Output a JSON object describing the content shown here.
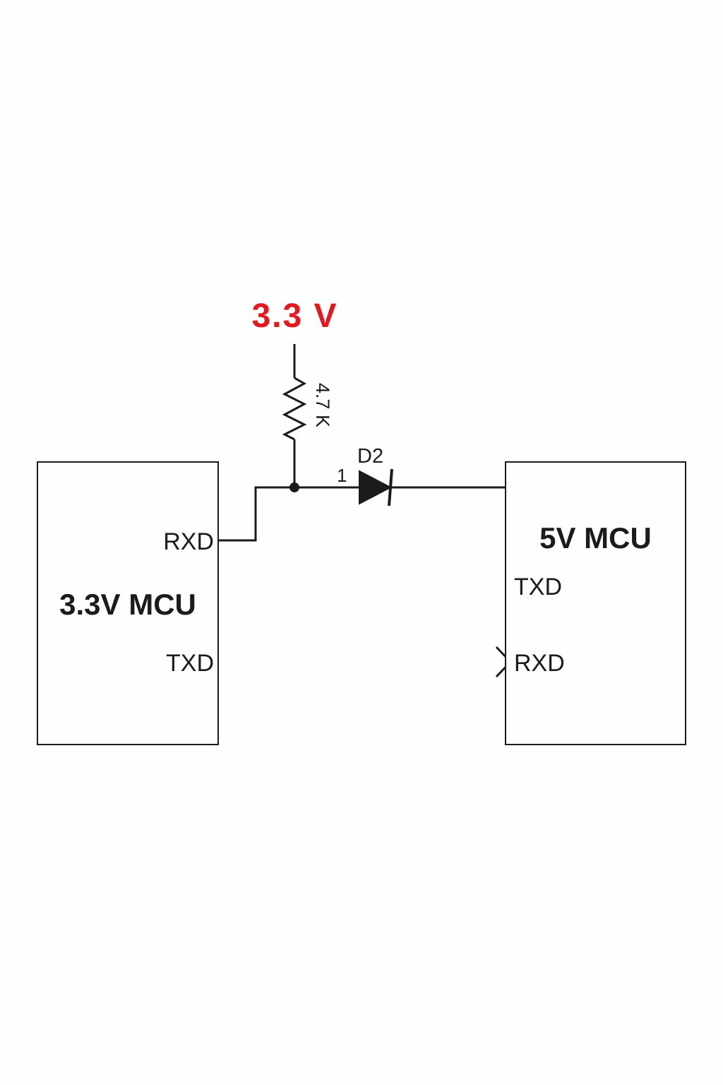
{
  "diagram": {
    "power_rail": {
      "label": "3.3 V",
      "color": "#e4181f"
    },
    "resistor": {
      "value": "4.7 K"
    },
    "diode": {
      "reference": "D2",
      "pin_number": "1"
    },
    "left_mcu": {
      "title": "3.3V MCU",
      "pin_rxd": "RXD",
      "pin_txd": "TXD"
    },
    "right_mcu": {
      "title": "5V MCU",
      "pin_txd": "TXD",
      "pin_rxd": "RXD"
    },
    "colors": {
      "wire": "#1b1b1b",
      "power_red": "#e4181f",
      "background": "#fefefe"
    }
  }
}
